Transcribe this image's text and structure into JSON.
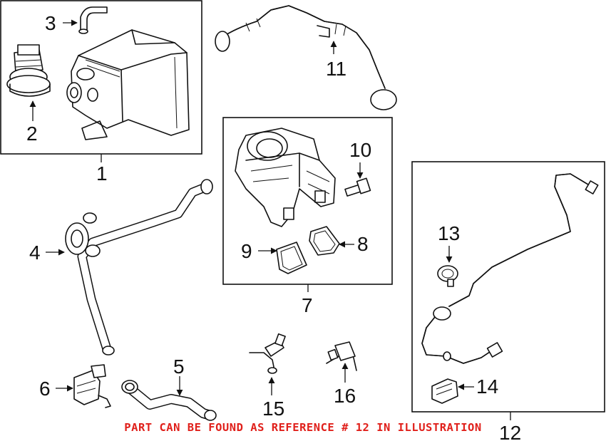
{
  "callouts": {
    "c1": "1",
    "c2": "2",
    "c3": "3",
    "c4": "4",
    "c5": "5",
    "c6": "6",
    "c7": "7",
    "c8": "8",
    "c9": "9",
    "c10": "10",
    "c11": "11",
    "c12": "12",
    "c13": "13",
    "c14": "14",
    "c15": "15",
    "c16": "16"
  },
  "note": "PART CAN BE FOUND AS REFERENCE # 12 IN ILLUSTRATION",
  "colors": {
    "note": "#e0201b",
    "lines": "#111111"
  }
}
